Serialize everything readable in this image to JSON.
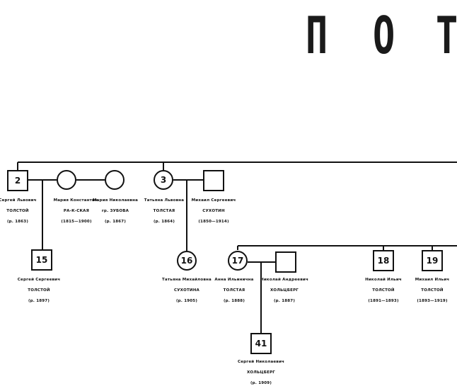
{
  "title_letters": [
    "П",
    "О",
    "Т"
  ],
  "people": [
    {
      "id": "p2",
      "shape": "square",
      "number": "2",
      "given": "Сергей Львович",
      "surname": "ТОЛСТОЙ",
      "dates": "(р. 1863)"
    },
    {
      "id": "w1",
      "shape": "circle",
      "number": "",
      "given": "Мария Константин.",
      "surname": "РА-К-СКАЯ",
      "dates": "(1815—1900)"
    },
    {
      "id": "w2",
      "shape": "circle",
      "number": "",
      "given": "Мария Николаевна",
      "surname": "гр. ЗУБОВА",
      "dates": "(р. 1867)"
    },
    {
      "id": "p3",
      "shape": "circle",
      "number": "3",
      "given": "Татьяна Львовна",
      "surname": "ТОЛСТАЯ",
      "dates": "(р. 1864)"
    },
    {
      "id": "h3",
      "shape": "square",
      "number": "",
      "given": "Михаил Сергеевич",
      "surname": "СУХОТИН",
      "dates": "(1850—1914)"
    },
    {
      "id": "p15",
      "shape": "square",
      "number": "15",
      "given": "Сергей Сергеевич",
      "surname": "ТОЛСТОЙ",
      "dates": "(р. 1897)"
    },
    {
      "id": "p16",
      "shape": "circle",
      "number": "16",
      "given": "Татьяна Михайловна",
      "surname": "СУХОТИНА",
      "dates": "(р. 1905)"
    },
    {
      "id": "p17",
      "shape": "circle",
      "number": "17",
      "given": "Анна Ильинична",
      "surname": "ТОЛСТАЯ",
      "dates": "(р. 1888)"
    },
    {
      "id": "h17",
      "shape": "square",
      "number": "",
      "given": "Николай Андреевич",
      "surname": "ХОЛЬЦБЕРГ",
      "dates": "(р. 1887)"
    },
    {
      "id": "p18",
      "shape": "square",
      "number": "18",
      "given": "Николай Ильич",
      "surname": "ТОЛСТОЙ",
      "dates": "(1891—1893)"
    },
    {
      "id": "p19",
      "shape": "square",
      "number": "19",
      "given": "Михаил Ильич",
      "surname": "ТОЛСТОЙ",
      "dates": "(1893—1919)"
    },
    {
      "id": "p41",
      "shape": "square",
      "number": "41",
      "given": "Сергей Николаевич",
      "surname": "ХОЛЬЦБЕРГ",
      "dates": "(р. 1909)"
    }
  ]
}
